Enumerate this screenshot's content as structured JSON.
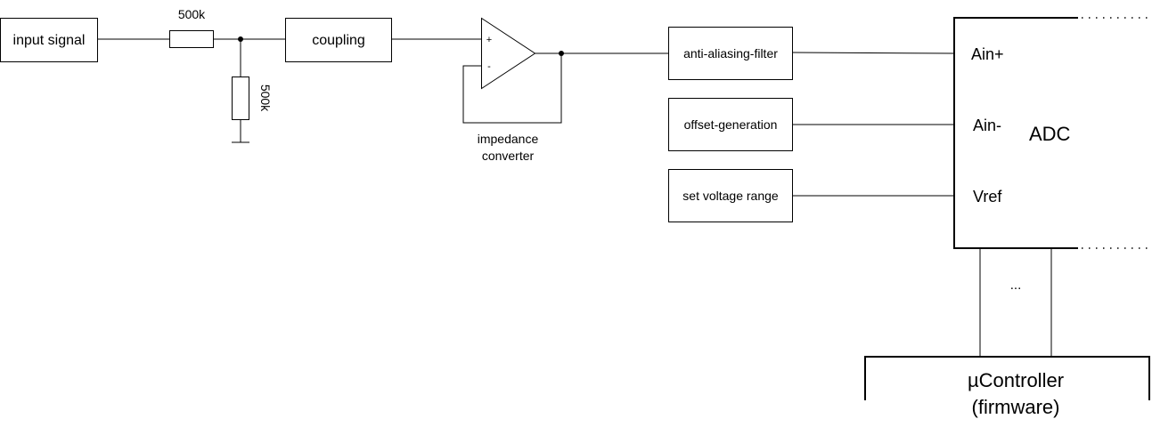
{
  "blocks": {
    "input_signal": "input signal",
    "coupling": "coupling",
    "anti_aliasing": "anti-aliasing-filter",
    "offset_generation": "offset-generation",
    "voltage_range": "set voltage range"
  },
  "resistors": {
    "series_value": "500k",
    "shunt_value": "500k"
  },
  "opamp": {
    "plus": "+",
    "minus": "-",
    "label_line1": "impedance",
    "label_line2": "converter"
  },
  "adc": {
    "title": "ADC",
    "pin_ain_plus": "Ain+",
    "pin_ain_minus": "Ain-",
    "pin_vref": "Vref",
    "bus_ellipsis": "..."
  },
  "controller": {
    "line1": "µController",
    "line2": "(firmware)"
  }
}
